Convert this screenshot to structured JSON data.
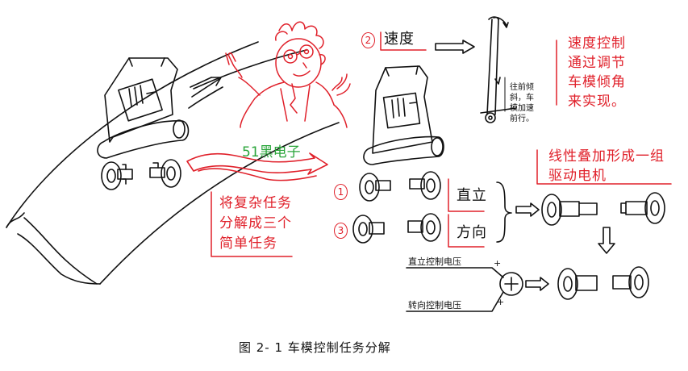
{
  "labels": {
    "speed": "速度",
    "speed_note": [
      "速度控制",
      "通过调节",
      "车模倾角",
      "来实现。"
    ],
    "forward_note": [
      "往前倾",
      "斜，车",
      "模加速",
      "前行。"
    ],
    "logo": "51黑电子",
    "decompose": [
      "将复杂任务",
      "分解成三个",
      "简单任务"
    ],
    "upright": "直立",
    "direction": "方向",
    "combine": [
      "线性叠加形成一组",
      "驱动电机"
    ],
    "upright_voltage": "直立控制电压",
    "turn_voltage": "转向控制电压",
    "plus_top": "+",
    "plus_bottom": "+",
    "num1": "1",
    "num2": "2",
    "num3": "3"
  },
  "caption": "图 2- 1  车模控制任务分解",
  "colors": {
    "annotation": "#e0202a",
    "ink": "#111111",
    "logo": "#2aa53a"
  }
}
